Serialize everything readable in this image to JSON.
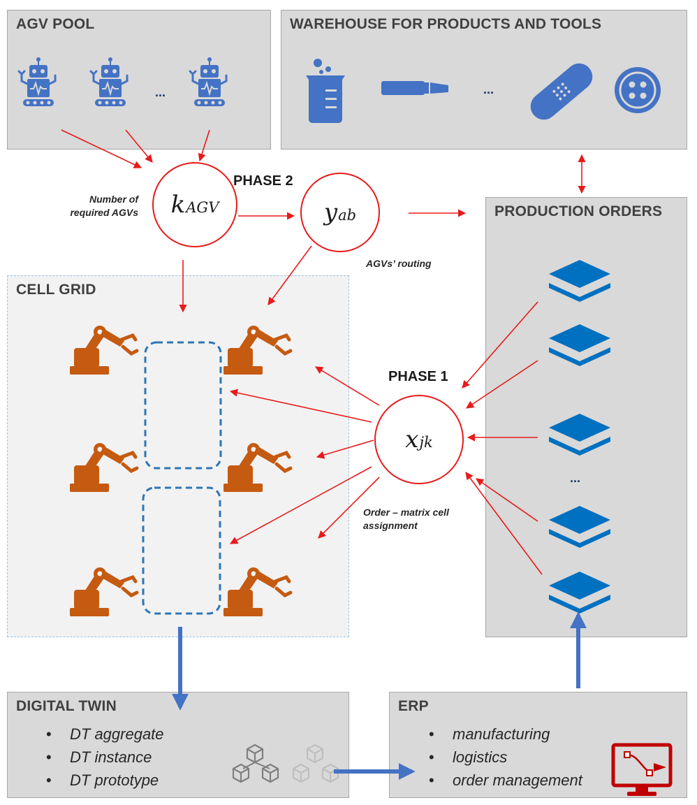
{
  "sections": {
    "agv_pool": {
      "title": "AGV POOL"
    },
    "warehouse": {
      "title": "WAREHOUSE FOR PRODUCTS AND TOOLS"
    },
    "production_orders": {
      "title": "PRODUCTION ORDERS"
    },
    "cell_grid": {
      "title": "CELL GRID"
    },
    "digital_twin": {
      "title": "DIGITAL TWIN",
      "items": [
        "DT aggregate",
        "DT instance",
        "DT prototype"
      ]
    },
    "erp": {
      "title": "ERP",
      "items": [
        "manufacturing",
        "logistics",
        "order management"
      ]
    }
  },
  "nodes": {
    "k_agv": {
      "symbol": "k",
      "subscript": "AGV",
      "label_lines": [
        "Number of",
        "required AGVs"
      ]
    },
    "y_ab": {
      "symbol": "y",
      "subscript": "ab",
      "label": "AGVs’ routing"
    },
    "x_jk": {
      "symbol": "x",
      "subscript": "jk",
      "label_lines": [
        "Order – matrix cell",
        "assignment"
      ]
    }
  },
  "phases": {
    "phase1": "PHASE 1",
    "phase2": "PHASE 2"
  },
  "ellipsis": "...",
  "colors": {
    "arrow_red": "#e81a1a",
    "arrow_blue": "#4472c4",
    "icon_blue": "#4472c4",
    "robot_arm_orange": "#c55a11",
    "layers_blue": "#0070c0",
    "cell_dashed_blue": "#2e75b6",
    "gray_box": "#d9d9d9",
    "erp_monitor_red": "#c00000"
  },
  "icons": {
    "agv_pool": [
      "robot-icon",
      "robot-icon",
      "robot-icon"
    ],
    "warehouse": [
      "beaker-icon",
      "lipstick-icon",
      "bandage-icon",
      "button-icon"
    ],
    "cell_grid": "robot-arm-icon",
    "production_orders": "layers-icon",
    "digital_twin": [
      "cubes-network-icon",
      "cubes-stack-icon"
    ],
    "erp": "monitor-icon"
  }
}
